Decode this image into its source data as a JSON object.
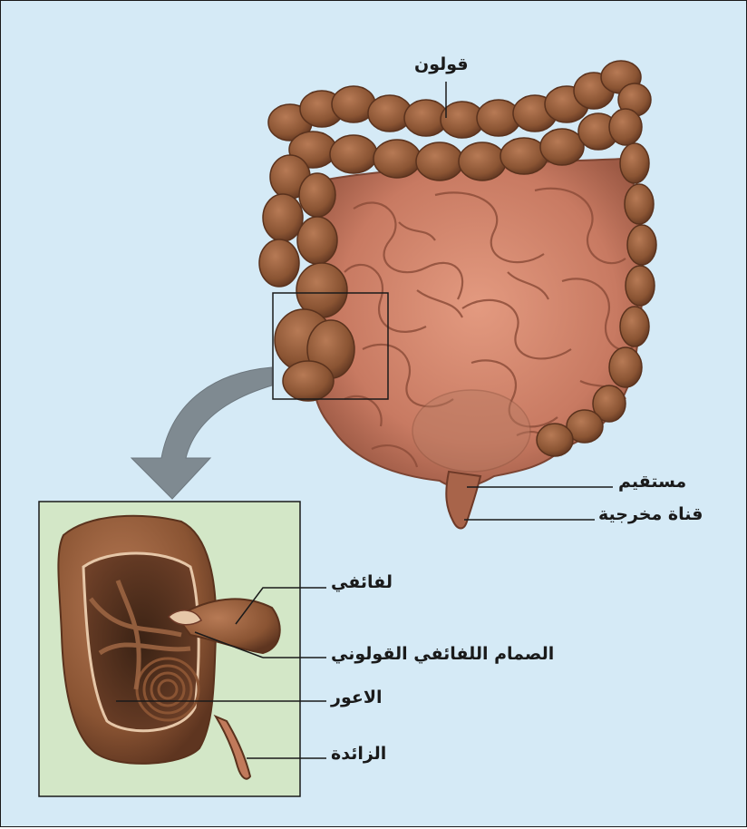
{
  "labels": {
    "colon": "قولون",
    "rectum": "مستقيم",
    "anal_canal": "قناة مخرجية",
    "ileum": "لفائفي",
    "ileocecal_valve": "الصمام اللفائفي القولوني",
    "cecum": "الاعور",
    "appendix": "الزائدة"
  },
  "colors": {
    "background": "#d5eaf6",
    "inset_background": "#d3e7c7",
    "colon": "#8a5433",
    "small_intestine": "#c87a62",
    "arrow": "#7f8a91"
  }
}
